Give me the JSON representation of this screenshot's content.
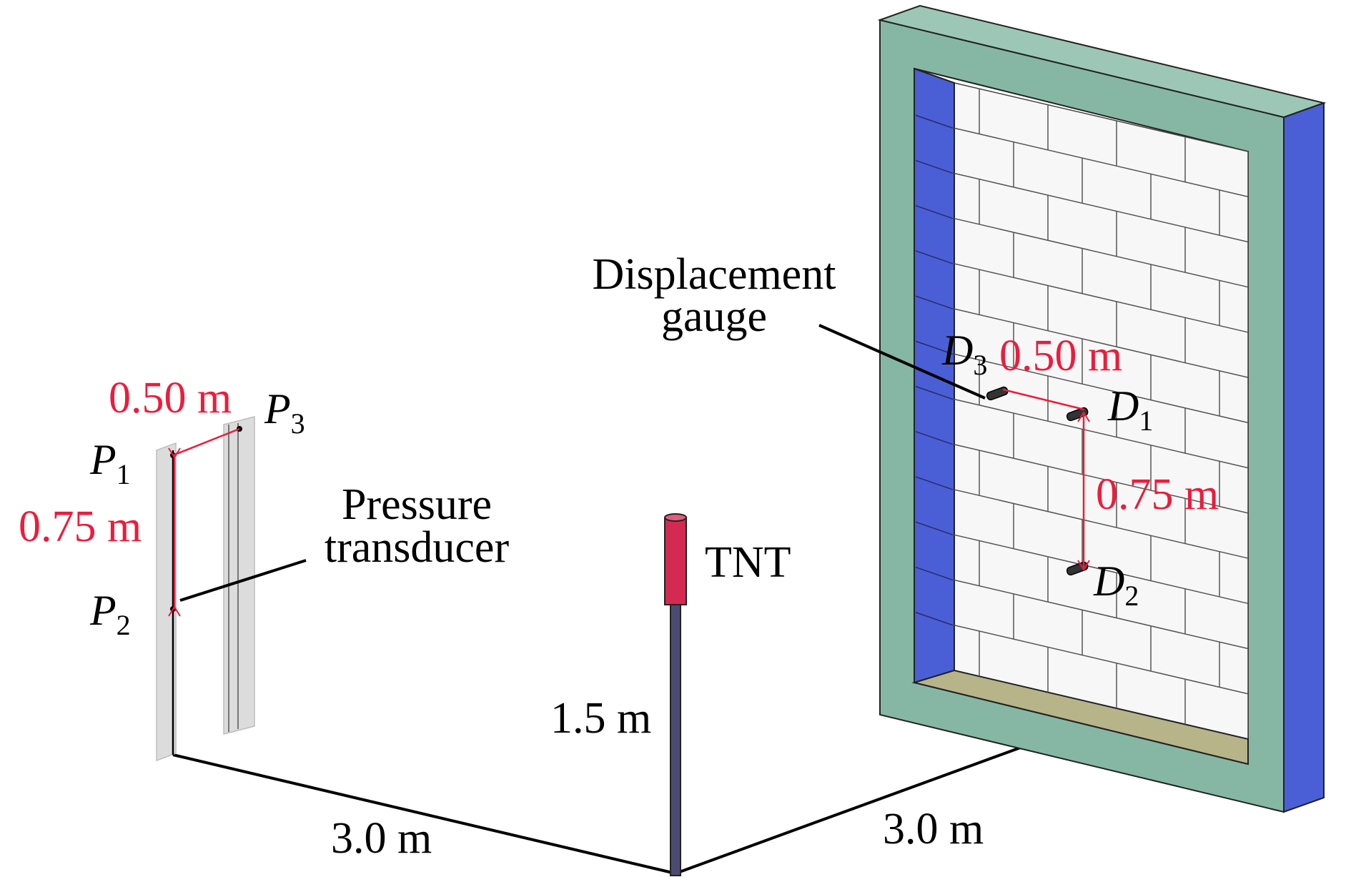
{
  "labels": {
    "pressure_transducer_line1": "Pressure",
    "pressure_transducer_line2": "transducer",
    "displacement_gauge_line1": "Displacement",
    "displacement_gauge_line2": "gauge",
    "tnt": "TNT",
    "charge_height": "1.5 m",
    "distance_left": "3.0 m",
    "distance_right": "3.0 m",
    "p_spacing_horizontal": "0.50 m",
    "p_spacing_vertical": "0.75 m",
    "d_spacing_horizontal": "0.50 m",
    "d_spacing_vertical": "0.75 m"
  },
  "points": {
    "P1": {
      "letter": "P",
      "index": "1"
    },
    "P2": {
      "letter": "P",
      "index": "2"
    },
    "P3": {
      "letter": "P",
      "index": "3"
    },
    "D1": {
      "letter": "D",
      "index": "1"
    },
    "D2": {
      "letter": "D",
      "index": "2"
    },
    "D3": {
      "letter": "D",
      "index": "3"
    }
  },
  "colors": {
    "dimension_red": "#ec1c3c",
    "frame_face": "#86b7a5",
    "frame_side": "#4a5fd6",
    "frame_bottom": "#b8b48a",
    "tnt_red": "#d42a52",
    "pole": "#4b4b72",
    "post": "#d9d9d9"
  }
}
